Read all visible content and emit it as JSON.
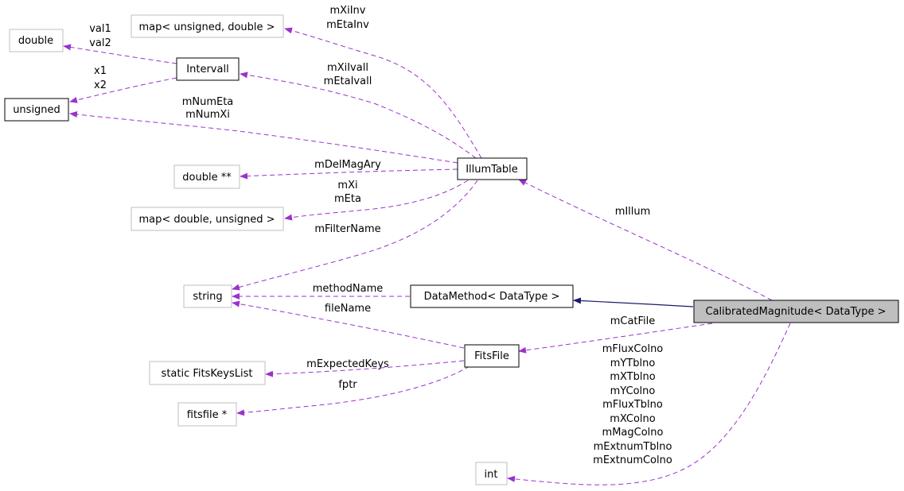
{
  "diagram": {
    "nodes": {
      "map_uint_double": "map< unsigned, double >",
      "double": "double",
      "intervall": "Intervall",
      "unsigned": "unsigned",
      "illum_table": "IllumTable",
      "double_pp": "double **",
      "map_double_uint": "map< double, unsigned >",
      "string": "string",
      "data_method": "DataMethod< DataType >",
      "calibrated_magnitude": "CalibratedMagnitude< DataType >",
      "fits_file": "FitsFile",
      "static_fits_keys_list": "static FitsKeysList",
      "fitsfile_ptr": "fitsfile *",
      "int": "int"
    },
    "edge_labels": {
      "xi_inv": "mXiInv",
      "eta_inv": "mEtaInv",
      "val1": "val1",
      "val2": "val2",
      "x1": "x1",
      "x2": "x2",
      "xi_ivall": "mXiIvall",
      "eta_ivall": "mEtaIvall",
      "num_eta": "mNumEta",
      "num_xi": "mNumXi",
      "del_mag_ary": "mDelMagAry",
      "xi": "mXi",
      "eta": "mEta",
      "filter_name": "mFilterName",
      "illum": "mIllum",
      "method_name": "methodName",
      "file_name": "fileName",
      "cat_file": "mCatFile",
      "expected_keys": "mExpectedKeys",
      "fptr": "fptr",
      "int_members": [
        "mFluxColno",
        "mYTblno",
        "mXTblno",
        "mYColno",
        "mFluxTblno",
        "mXColno",
        "mMagColno",
        "mExtnumTblno",
        "mExtnumColno"
      ]
    },
    "colors": {
      "member_edge": "#9a32cd",
      "inheritance_edge": "#191970",
      "focus_fill": "#bfbfbf",
      "undocumented_border": "#bfbfbf"
    }
  }
}
